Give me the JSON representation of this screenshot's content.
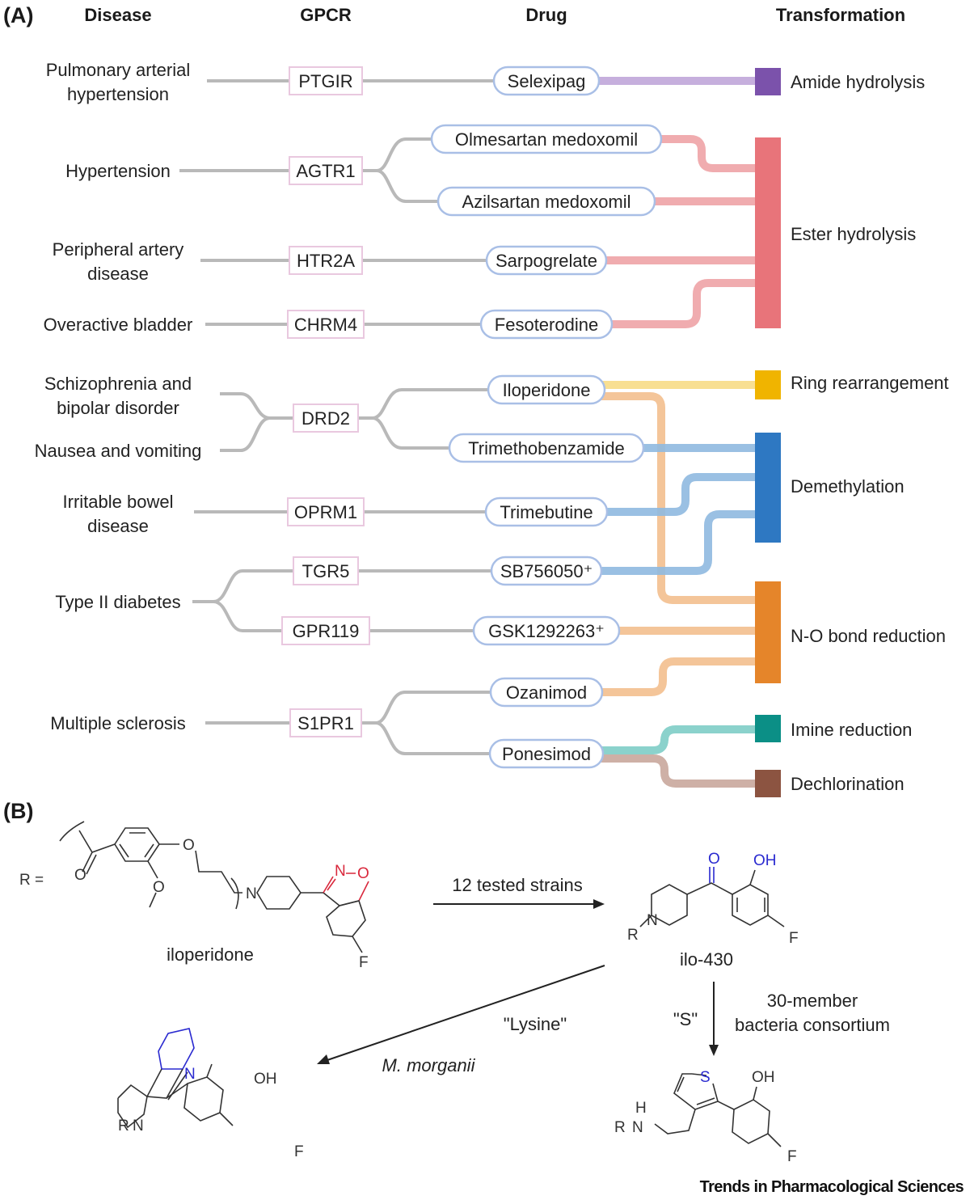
{
  "panel_a": {
    "label": "(A)",
    "headers": {
      "disease": "Disease",
      "gpcr": "GPCR",
      "drug": "Drug",
      "transformation": "Transformation"
    },
    "diseases": [
      {
        "id": "pah",
        "lines": [
          "Pulmonary arterial",
          "hypertension"
        ]
      },
      {
        "id": "htn",
        "lines": [
          "Hypertension"
        ]
      },
      {
        "id": "pad",
        "lines": [
          "Peripheral artery",
          "disease"
        ]
      },
      {
        "id": "ob",
        "lines": [
          "Overactive bladder"
        ]
      },
      {
        "id": "scz",
        "lines": [
          "Schizophrenia and",
          "bipolar disorder"
        ]
      },
      {
        "id": "nv",
        "lines": [
          "Nausea and vomiting"
        ]
      },
      {
        "id": "ibd",
        "lines": [
          "Irritable bowel",
          "disease"
        ]
      },
      {
        "id": "t2d",
        "lines": [
          "Type II diabetes"
        ]
      },
      {
        "id": "ms",
        "lines": [
          "Multiple sclerosis"
        ]
      }
    ],
    "gpcrs": [
      {
        "id": "PTGIR",
        "label": "PTGIR"
      },
      {
        "id": "AGTR1",
        "label": "AGTR1"
      },
      {
        "id": "HTR2A",
        "label": "HTR2A"
      },
      {
        "id": "CHRM4",
        "label": "CHRM4"
      },
      {
        "id": "DRD2",
        "label": "DRD2"
      },
      {
        "id": "OPRM1",
        "label": "OPRM1"
      },
      {
        "id": "TGR5",
        "label": "TGR5"
      },
      {
        "id": "GPR119",
        "label": "GPR119"
      },
      {
        "id": "S1PR1",
        "label": "S1PR1"
      }
    ],
    "drugs": [
      {
        "id": "selexipag",
        "label": "Selexipag"
      },
      {
        "id": "olmesartan",
        "label": "Olmesartan medoxomil"
      },
      {
        "id": "azilsartan",
        "label": "Azilsartan medoxomil"
      },
      {
        "id": "sarpogrelate",
        "label": "Sarpogrelate"
      },
      {
        "id": "fesoterodine",
        "label": "Fesoterodine"
      },
      {
        "id": "iloperidone",
        "label": "Iloperidone"
      },
      {
        "id": "trimethobenzamide",
        "label": "Trimethobenzamide"
      },
      {
        "id": "trimebutine",
        "label": "Trimebutine"
      },
      {
        "id": "sb756050",
        "label": "SB756050⁺"
      },
      {
        "id": "gsk1292263",
        "label": "GSK1292263⁺"
      },
      {
        "id": "ozanimod",
        "label": "Ozanimod"
      },
      {
        "id": "ponesimod",
        "label": "Ponesimod"
      }
    ],
    "transformations": [
      {
        "id": "amide",
        "label": "Amide hydrolysis",
        "color": "#7b52ab",
        "link_color": "#c0a6d9"
      },
      {
        "id": "ester",
        "label": "Ester hydrolysis",
        "color": "#e8747a",
        "link_color": "#eea3a6"
      },
      {
        "id": "ring",
        "label": "Ring rearrangement",
        "color": "#f0b400",
        "link_color": "#f7dc86"
      },
      {
        "id": "demeth",
        "label": "Demethylation",
        "color": "#2e78c2",
        "link_color": "#8fb9e0"
      },
      {
        "id": "no",
        "label": "N-O bond reduction",
        "color": "#e5852a",
        "link_color": "#f3bf8e"
      },
      {
        "id": "imine",
        "label": "Imine reduction",
        "color": "#0b8f86",
        "link_color": "#7ecdc6"
      },
      {
        "id": "dechlor",
        "label": "Dechlorination",
        "color": "#8c5441",
        "link_color": "#c9a79c"
      }
    ],
    "disease_gpcr_links": [
      [
        "pah",
        "PTGIR"
      ],
      [
        "htn",
        "AGTR1"
      ],
      [
        "pad",
        "HTR2A"
      ],
      [
        "ob",
        "CHRM4"
      ],
      [
        "scz",
        "DRD2"
      ],
      [
        "nv",
        "DRD2"
      ],
      [
        "ibd",
        "OPRM1"
      ],
      [
        "t2d",
        "TGR5"
      ],
      [
        "t2d",
        "GPR119"
      ],
      [
        "ms",
        "S1PR1"
      ]
    ],
    "gpcr_drug_links": [
      [
        "PTGIR",
        "selexipag"
      ],
      [
        "AGTR1",
        "olmesartan"
      ],
      [
        "AGTR1",
        "azilsartan"
      ],
      [
        "HTR2A",
        "sarpogrelate"
      ],
      [
        "CHRM4",
        "fesoterodine"
      ],
      [
        "DRD2",
        "iloperidone"
      ],
      [
        "DRD2",
        "trimethobenzamide"
      ],
      [
        "OPRM1",
        "trimebutine"
      ],
      [
        "TGR5",
        "sb756050"
      ],
      [
        "GPR119",
        "gsk1292263"
      ],
      [
        "S1PR1",
        "ozanimod"
      ],
      [
        "S1PR1",
        "ponesimod"
      ]
    ],
    "drug_transformation_links": [
      [
        "selexipag",
        "amide"
      ],
      [
        "olmesartan",
        "ester"
      ],
      [
        "azilsartan",
        "ester"
      ],
      [
        "sarpogrelate",
        "ester"
      ],
      [
        "fesoterodine",
        "ester"
      ],
      [
        "iloperidone",
        "ring"
      ],
      [
        "iloperidone",
        "no"
      ],
      [
        "trimethobenzamide",
        "demeth"
      ],
      [
        "trimebutine",
        "demeth"
      ],
      [
        "sb756050",
        "demeth"
      ],
      [
        "gsk1292263",
        "no"
      ],
      [
        "ozanimod",
        "no"
      ],
      [
        "ponesimod",
        "imine"
      ],
      [
        "ponesimod",
        "dechlor"
      ]
    ]
  },
  "panel_b": {
    "label": "(B)",
    "r_definition": "R =",
    "parent_name": "iloperidone",
    "intermediate_name": "ilo-430",
    "step1_label": "12 tested strains",
    "step2_left_label": "\"Lysine\"",
    "step2_left_organism": "M. morganii",
    "step2_down_label": "\"S\"",
    "step2_down_caption_lines": [
      "30-member",
      "bacteria consortium"
    ],
    "atoms": {
      "N": "N",
      "O": "O",
      "F": "F",
      "S": "S",
      "OH": "OH",
      "H": "H",
      "R": "R"
    },
    "highlight_red": "#d9283c",
    "highlight_blue": "#2a2ad0"
  },
  "footer": {
    "journal": "Trends in Pharmacological Sciences"
  }
}
